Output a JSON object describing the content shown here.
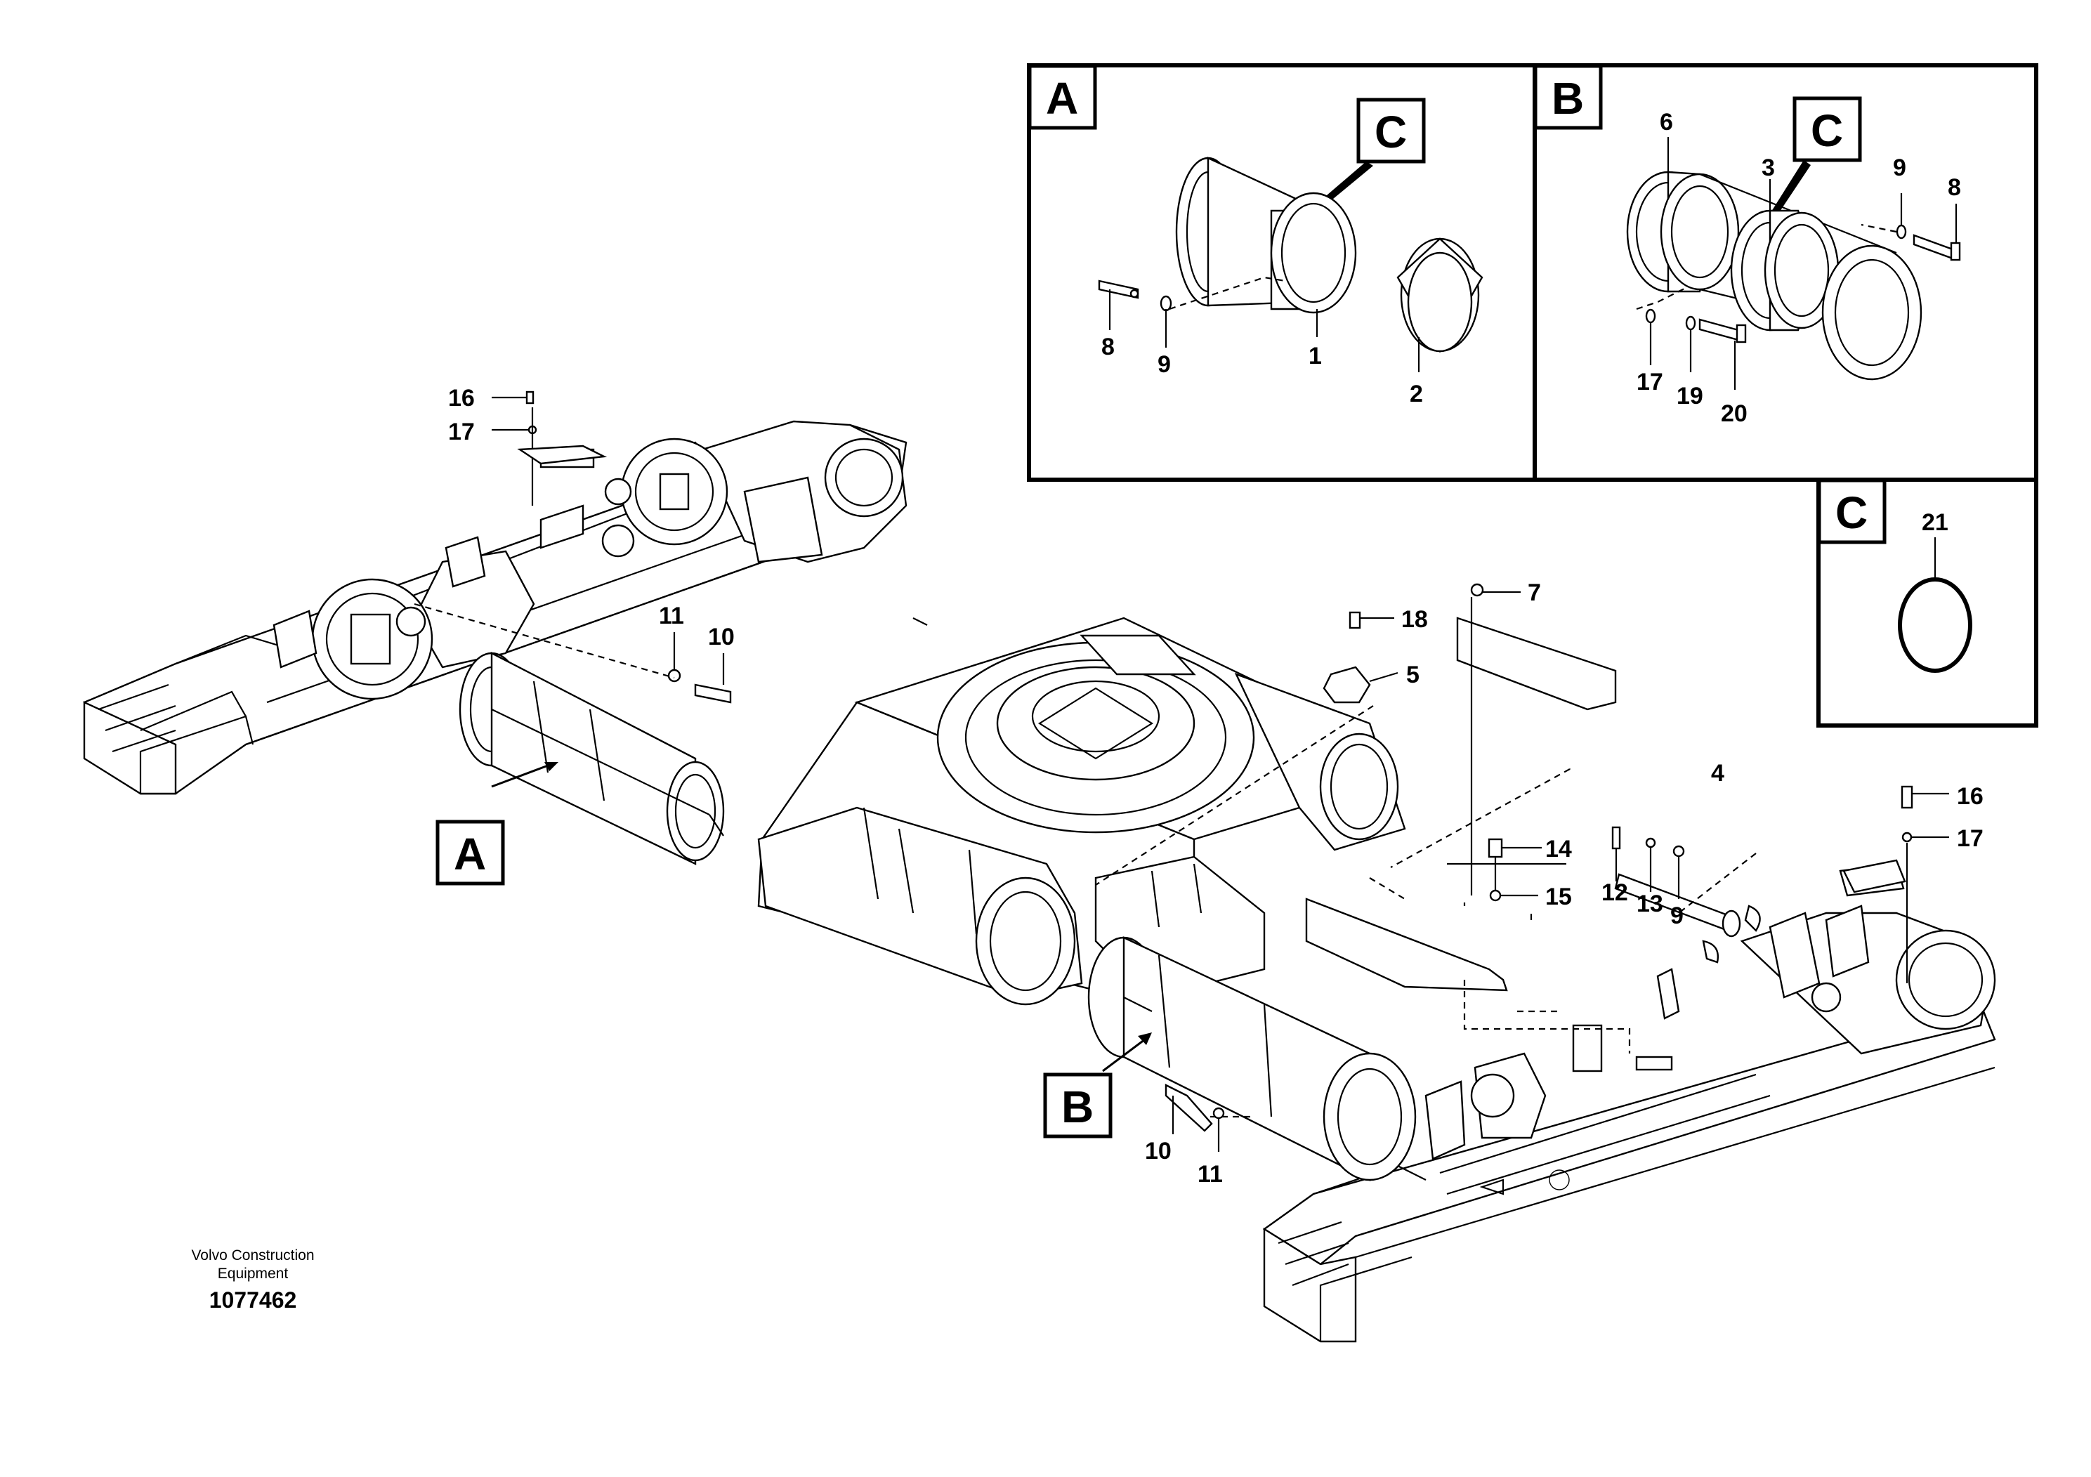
{
  "drawing": {
    "brand_line1": "Volvo Construction",
    "brand_line2": "Equipment",
    "drawing_number": "1077462"
  },
  "detail_panels": {
    "A": {
      "letter": "A",
      "sub_letter": "C",
      "callouts": [
        "8",
        "9",
        "1",
        "2"
      ]
    },
    "B": {
      "letter": "B",
      "sub_letter": "C",
      "callouts": [
        "6",
        "3",
        "9",
        "8",
        "17",
        "19",
        "20"
      ]
    },
    "C": {
      "letter": "C",
      "callouts": [
        "21"
      ]
    }
  },
  "main_view": {
    "view_markers": [
      "A",
      "B"
    ],
    "callouts": [
      "16",
      "17",
      "11",
      "10",
      "18",
      "7",
      "5",
      "4",
      "16",
      "17",
      "14",
      "15",
      "12",
      "13",
      "9",
      "10",
      "11"
    ]
  },
  "colors": {
    "line": "#000000",
    "background": "#ffffff"
  }
}
